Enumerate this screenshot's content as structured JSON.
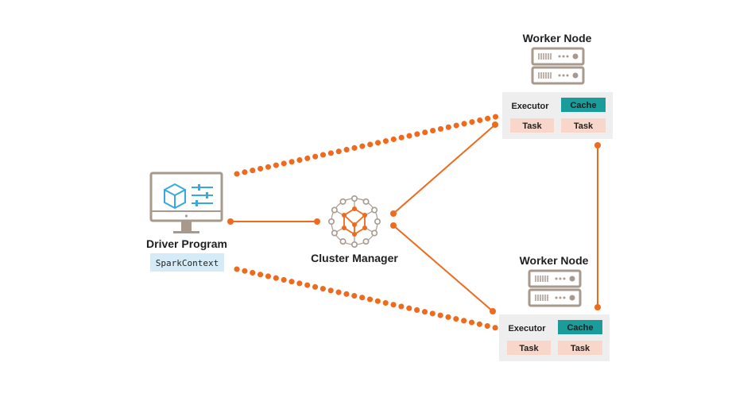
{
  "driver": {
    "title": "Driver Program",
    "context_label": "SparkContext"
  },
  "cluster_manager": {
    "title": "Cluster Manager"
  },
  "worker_top": {
    "title": "Worker Node",
    "executor_label": "Executor",
    "cache_label": "Cache",
    "tasks": [
      "Task",
      "Task"
    ]
  },
  "worker_bottom": {
    "title": "Worker Node",
    "executor_label": "Executor",
    "cache_label": "Cache",
    "tasks": [
      "Task",
      "Task"
    ]
  },
  "colors": {
    "accent_orange": "#EE6A1C",
    "teal": "#1A9C9A",
    "task_peach": "#F8D6C9",
    "context_blue": "#D5ECF8",
    "worker_box_gray": "#EEEEEE",
    "icon_gray": "#A8998D",
    "icon_blue": "#37A9E1"
  },
  "icons": {
    "driver": "monitor-icon",
    "cluster_manager": "network-graph-icon",
    "worker": "server-rack-icon"
  }
}
